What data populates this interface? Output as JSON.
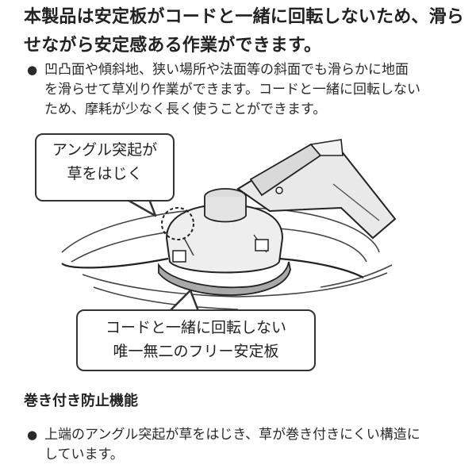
{
  "headline": {
    "line1": "本製品は安定板がコードと一緒に回転しないため、滑ら",
    "line2": "せながら安定感ある作業ができます。"
  },
  "intro": {
    "bullet": "●",
    "line1": "凹凸面や傾斜地、狭い場所や法面等の斜面でも滑らかに地面",
    "line2": "を滑らせて草刈り作業ができます。コードと一緒に回転しない",
    "line3": "ため、摩耗が少なく長く使うことができます。"
  },
  "callout_angle": {
    "line1": "アングル突起が",
    "line2": "草をはじく"
  },
  "callout_plate": {
    "line1": "コードと一緒に回転しない",
    "line2": "唯一無二のフリー安定板"
  },
  "section": {
    "title": "巻き付き防止機能"
  },
  "feature": {
    "bullet": "●",
    "line1": "上端のアングル突起が草をはじき、草が巻き付きにくい構造に",
    "line2": "しています。"
  }
}
